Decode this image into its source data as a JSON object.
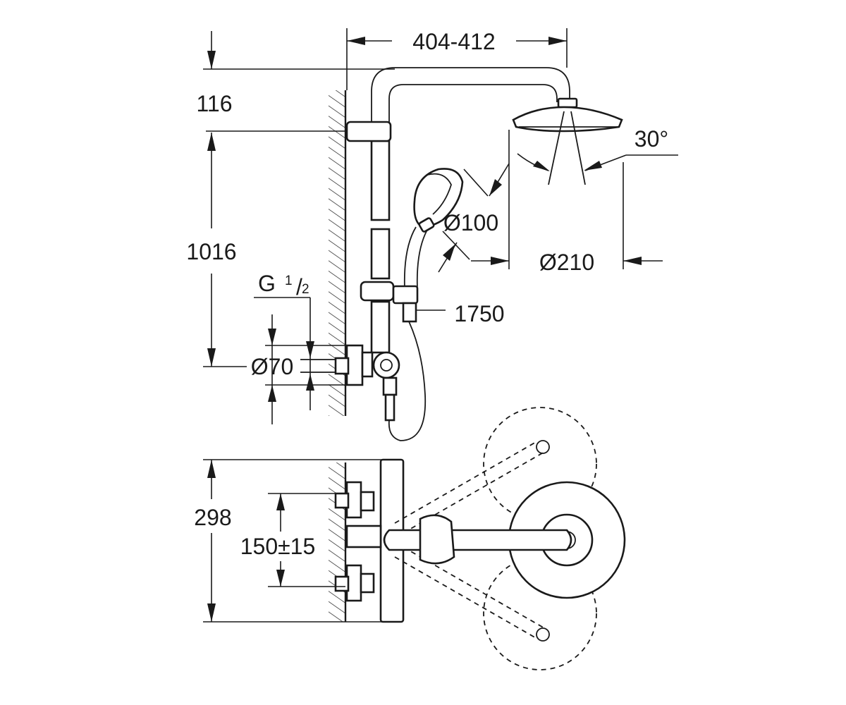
{
  "dimensions": {
    "arm_length": "404-412",
    "arm_drop": "116",
    "rail_height": "1016",
    "thread_size": "G",
    "thread_fraction_num": "1",
    "thread_fraction_den": "2",
    "escutcheon_diameter": "Ø70",
    "hand_shower_diameter": "Ø100",
    "head_shower_diameter": "Ø210",
    "spray_angle": "30°",
    "hose_length": "1750",
    "plan_depth": "298",
    "inlet_spacing": "150±15"
  },
  "colors": {
    "line": "#1a1a1a",
    "background": "#ffffff"
  }
}
